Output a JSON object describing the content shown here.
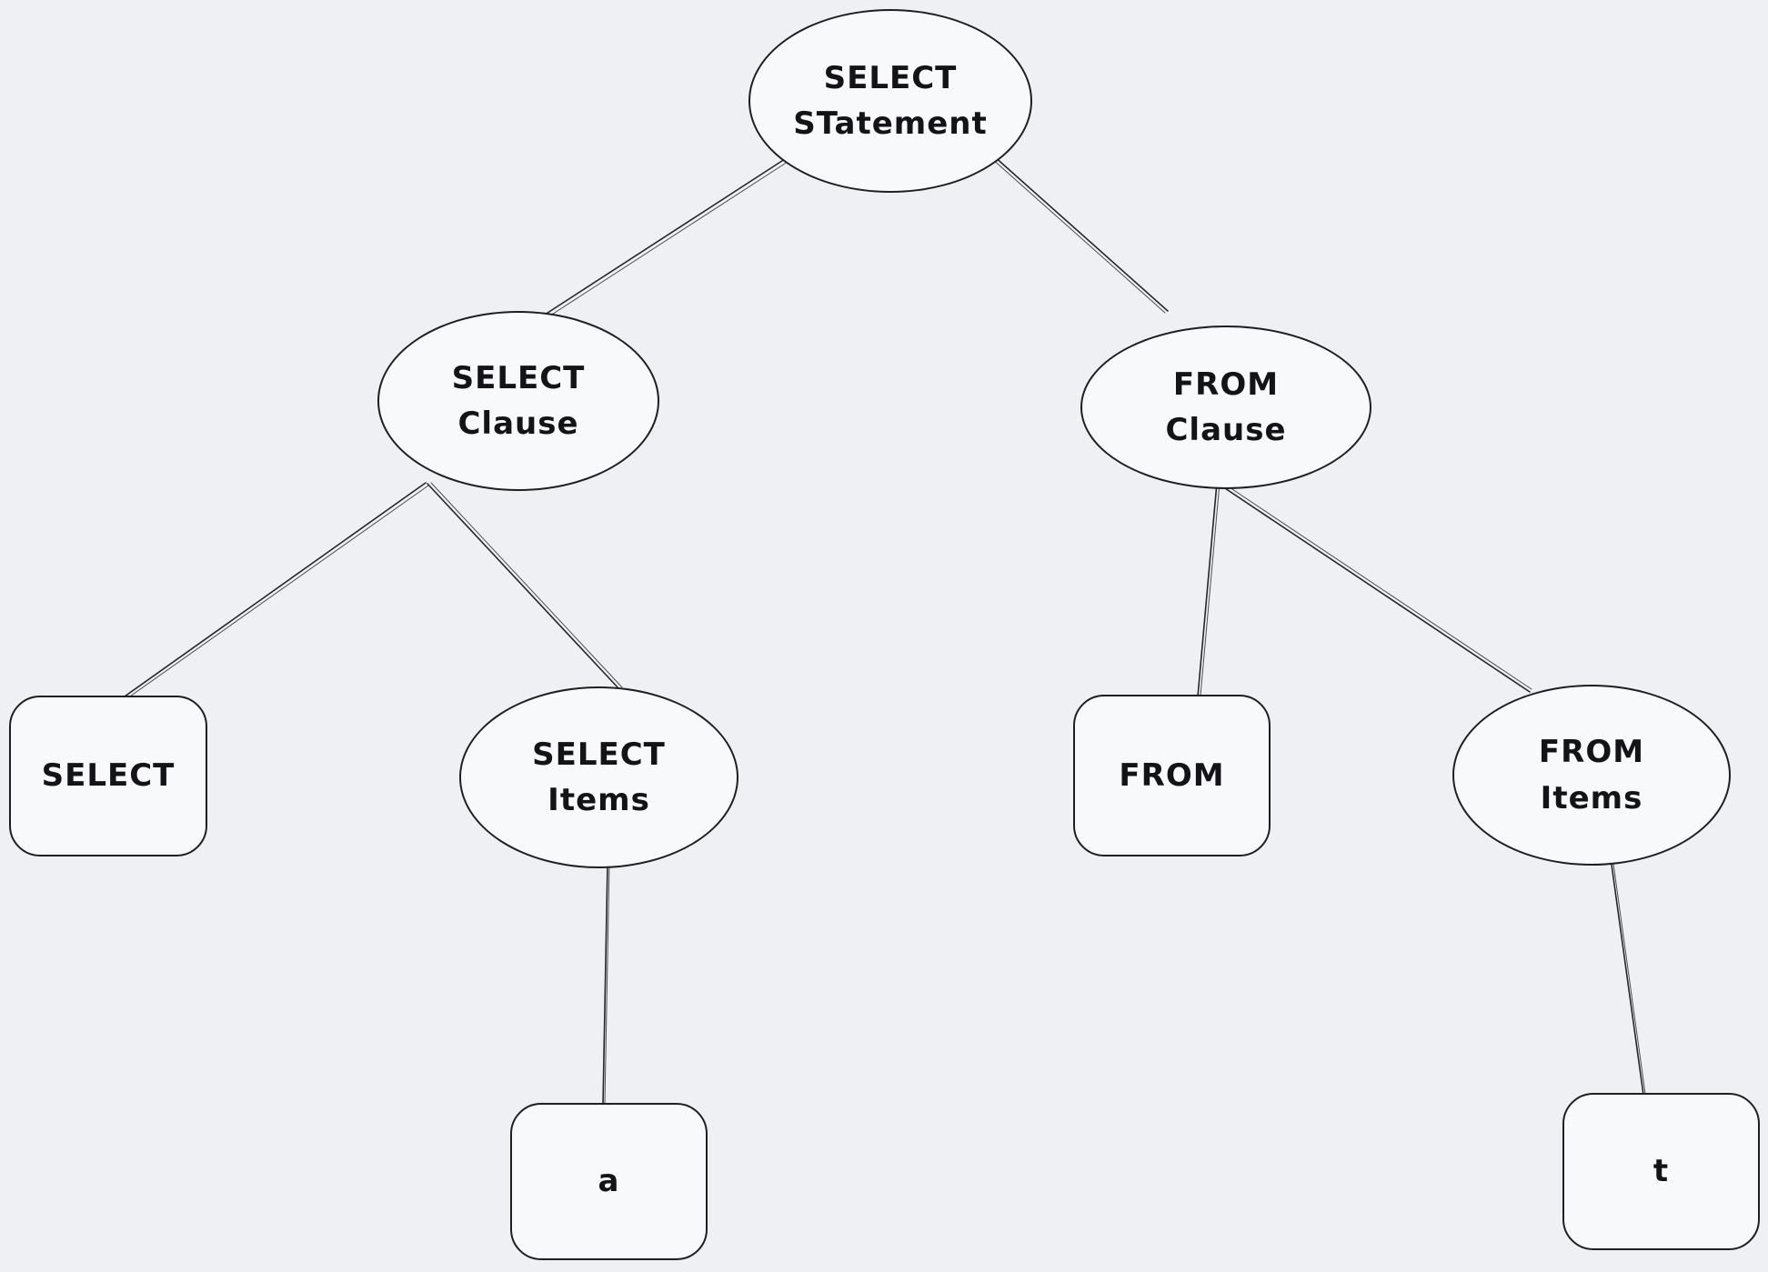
{
  "canvas": {
    "background_color": "#eff0f3",
    "node_fill_color": "#f8f9fb",
    "stroke_color": "#1f1f23",
    "diagram_type": "tree"
  },
  "nodes": {
    "select_statement": {
      "label": "SELECT\nSTatement",
      "shape": "ellipse"
    },
    "select_clause": {
      "label": "SELECT\nClause",
      "shape": "ellipse"
    },
    "from_clause": {
      "label": "FROM\nClause",
      "shape": "ellipse"
    },
    "select_keyword": {
      "label": "SELECT",
      "shape": "rectangle"
    },
    "select_items": {
      "label": "SELECT\nItems",
      "shape": "ellipse"
    },
    "from_keyword": {
      "label": "FROM",
      "shape": "rectangle"
    },
    "from_items": {
      "label": "FROM\nItems",
      "shape": "ellipse"
    },
    "select_item_a": {
      "label": "a",
      "shape": "rectangle"
    },
    "from_item_t": {
      "label": "t",
      "shape": "rectangle"
    }
  },
  "edges": [
    {
      "from": "select_statement",
      "to": "select_clause"
    },
    {
      "from": "select_statement",
      "to": "from_clause"
    },
    {
      "from": "select_clause",
      "to": "select_keyword"
    },
    {
      "from": "select_clause",
      "to": "select_items"
    },
    {
      "from": "from_clause",
      "to": "from_keyword"
    },
    {
      "from": "from_clause",
      "to": "from_items"
    },
    {
      "from": "select_items",
      "to": "select_item_a"
    },
    {
      "from": "from_items",
      "to": "from_item_t"
    }
  ]
}
